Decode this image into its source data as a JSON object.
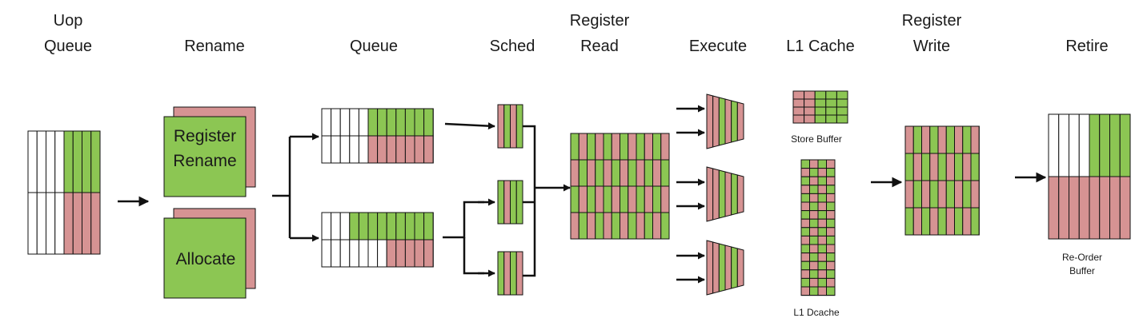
{
  "stages": {
    "uop_queue": [
      "Uop",
      "Queue"
    ],
    "rename": "Rename",
    "queue": "Queue",
    "sched": "Sched",
    "register_read": [
      "Register",
      "Read"
    ],
    "execute": "Execute",
    "l1_cache": "L1 Cache",
    "register_write": [
      "Register",
      "Write"
    ],
    "retire": "Retire"
  },
  "blocks": {
    "register_rename": [
      "Register",
      "Rename"
    ],
    "allocate": "Allocate",
    "store_buffer": "Store Buffer",
    "l1_dcache": "L1 Dcache",
    "reorder_buffer": [
      "Re-Order",
      "Buffer"
    ]
  },
  "colors": {
    "green": "#8cc653",
    "pink": "#d69393",
    "white": "#ffffff",
    "stroke": "#111111"
  }
}
